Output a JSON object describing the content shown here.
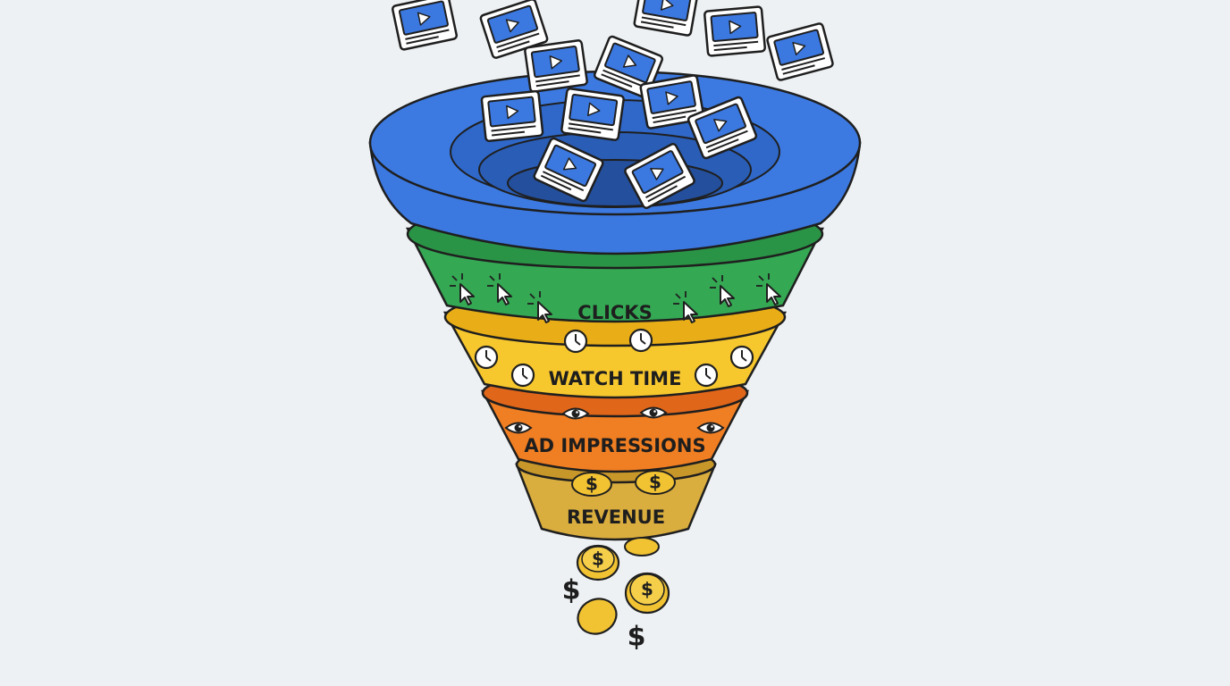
{
  "stages": [
    {
      "label": "CLICKS",
      "color": "#34a853"
    },
    {
      "label": "WATCH TIME",
      "color": "#f7c72e"
    },
    {
      "label": "AD IMPRESSIONS",
      "color": "#f07e22"
    },
    {
      "label": "REVENUE",
      "color": "#d9ad3e"
    }
  ],
  "top_color": "#3b78e0",
  "currency_symbol": "$"
}
